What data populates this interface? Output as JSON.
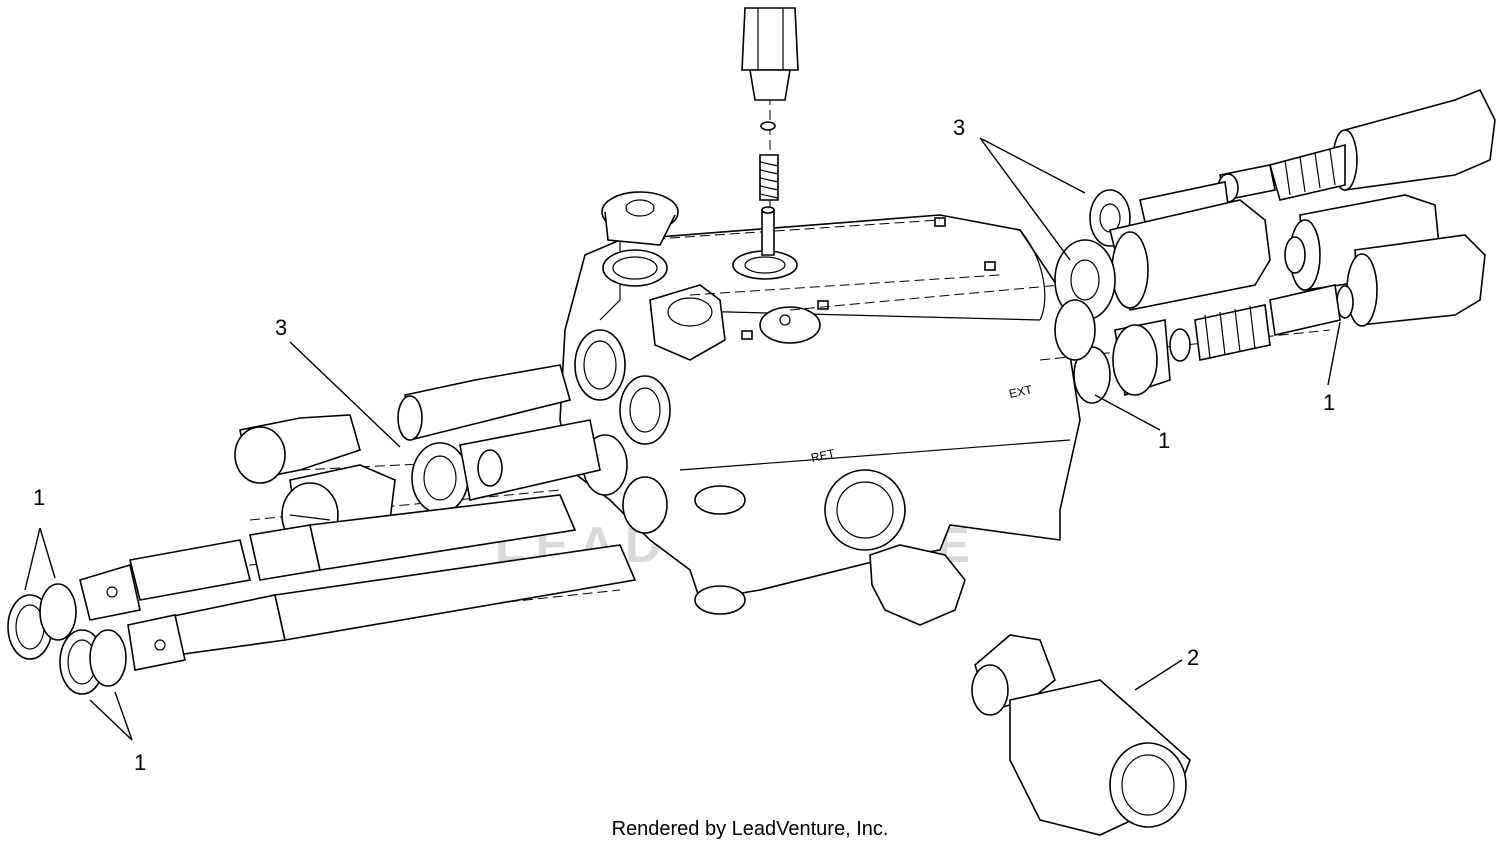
{
  "diagram": {
    "callouts": [
      {
        "id": "c1a",
        "label": "1"
      },
      {
        "id": "c1b",
        "label": "1"
      },
      {
        "id": "c1c",
        "label": "1"
      },
      {
        "id": "c1d",
        "label": "1"
      },
      {
        "id": "c2",
        "label": "2"
      },
      {
        "id": "c3a",
        "label": "3"
      },
      {
        "id": "c3b",
        "label": "3"
      }
    ],
    "body_marks": {
      "mark_a": "EXT",
      "mark_b": "RET"
    },
    "watermark": "LEADVENTURE"
  },
  "footer": {
    "credit": "Rendered by LeadVenture, Inc."
  }
}
